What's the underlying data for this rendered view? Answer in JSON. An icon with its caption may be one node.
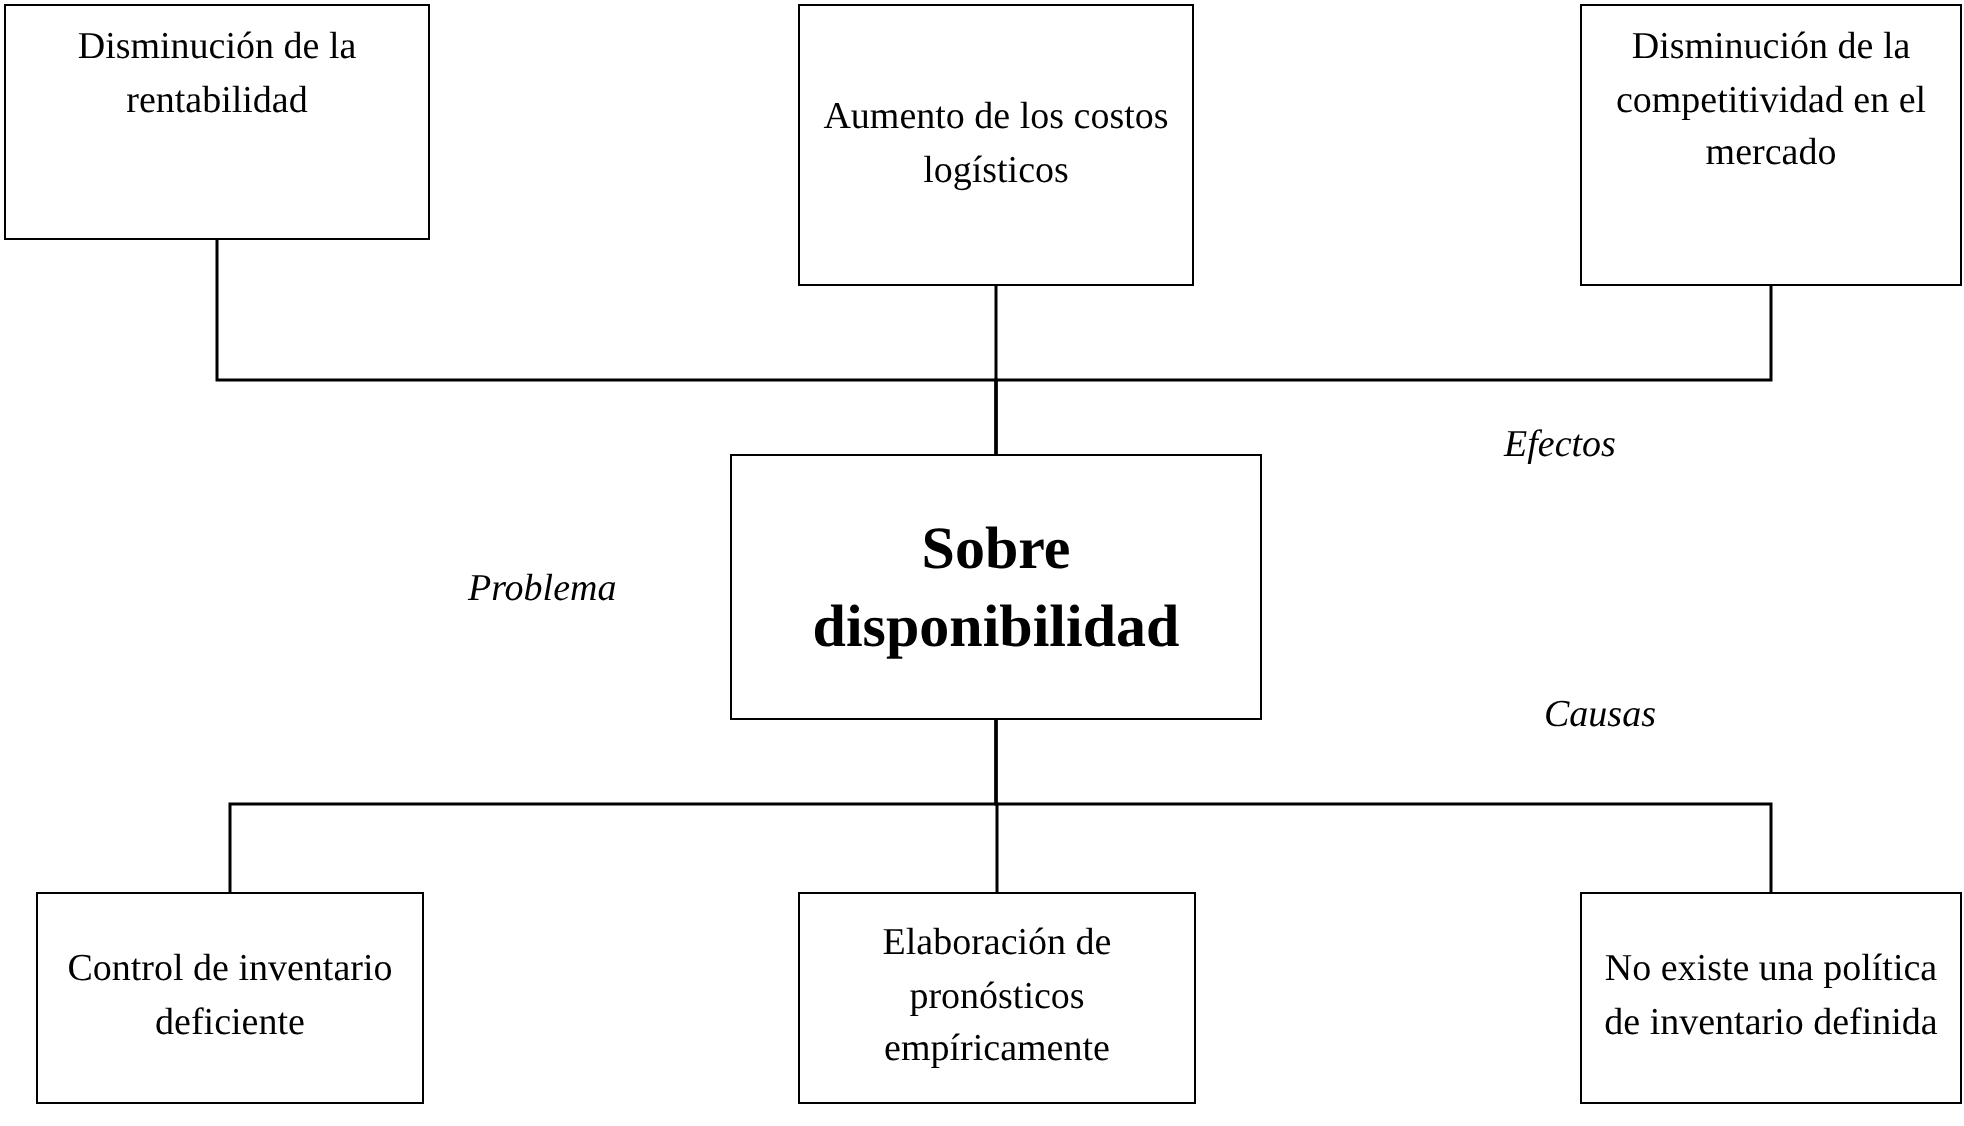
{
  "diagram": {
    "nodes": [
      {
        "text": [
          "Disminución de la rentabilidad"
        ]
      },
      {
        "text": [
          "Aumento de los costos logísticos"
        ]
      },
      {
        "text": [
          "Disminución de la competitividad en el mercado"
        ]
      },
      {
        "text": [
          "Sobre disponibilidad"
        ]
      },
      {
        "text": [
          "Control de inventario deficiente"
        ]
      },
      {
        "text": [
          "Elaboración de pronósticos empíricamente"
        ]
      },
      {
        "text": [
          "No existe una política de inventario definida"
        ]
      }
    ],
    "edges": [
      {
        "from": 0,
        "to": 3,
        "arrow": "none"
      },
      {
        "from": 1,
        "to": 3,
        "arrow": "none"
      },
      {
        "from": 2,
        "to": 3,
        "arrow": "none"
      },
      {
        "from": 3,
        "to": 4,
        "arrow": "none"
      },
      {
        "from": 3,
        "to": 5,
        "arrow": "none"
      },
      {
        "from": 3,
        "to": 6,
        "arrow": "none"
      }
    ],
    "labels": [
      "Efectos",
      "Problema",
      "Causas"
    ]
  }
}
